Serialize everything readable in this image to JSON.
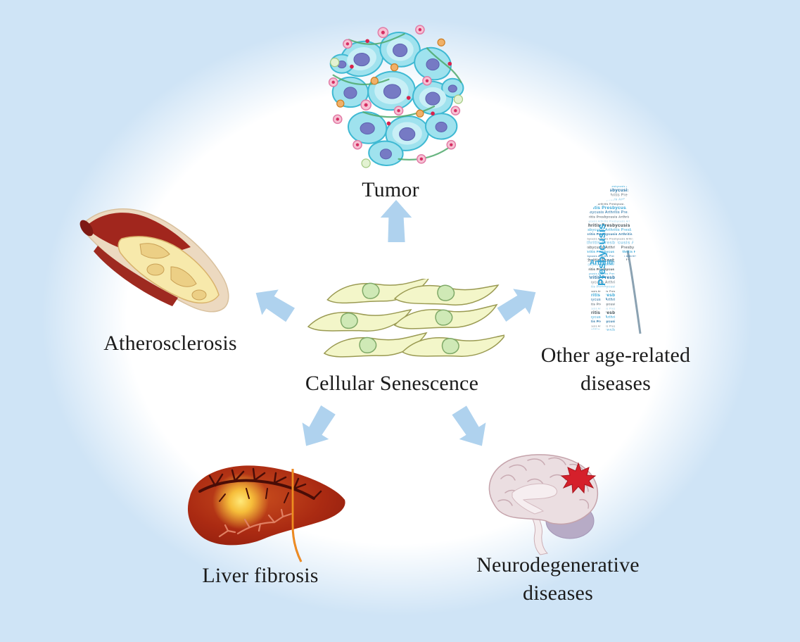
{
  "figure": {
    "center": {
      "label": "Cellular Senescence"
    },
    "nodes": {
      "tumor": {
        "label": "Tumor"
      },
      "atherosclerosis": {
        "label": "Atherosclerosis"
      },
      "other_age_related": {
        "line1": "Other age-related",
        "line2": "diseases"
      },
      "liver_fibrosis": {
        "label": "Liver fibrosis"
      },
      "neurodegenerative": {
        "line1": "Neurodegenerative",
        "line2": "diseases"
      }
    },
    "wordcloud": {
      "words": [
        "Presbycusis",
        "Arthritis"
      ]
    },
    "colors": {
      "background": "#cfe4f6",
      "glow": "#ffffff",
      "arrow": "#afd2ee",
      "text": "#1b1b1b",
      "wordcloud": [
        "#2ea3d6",
        "#17699f",
        "#67757e",
        "#8ecbe8",
        "#39474e"
      ]
    }
  }
}
